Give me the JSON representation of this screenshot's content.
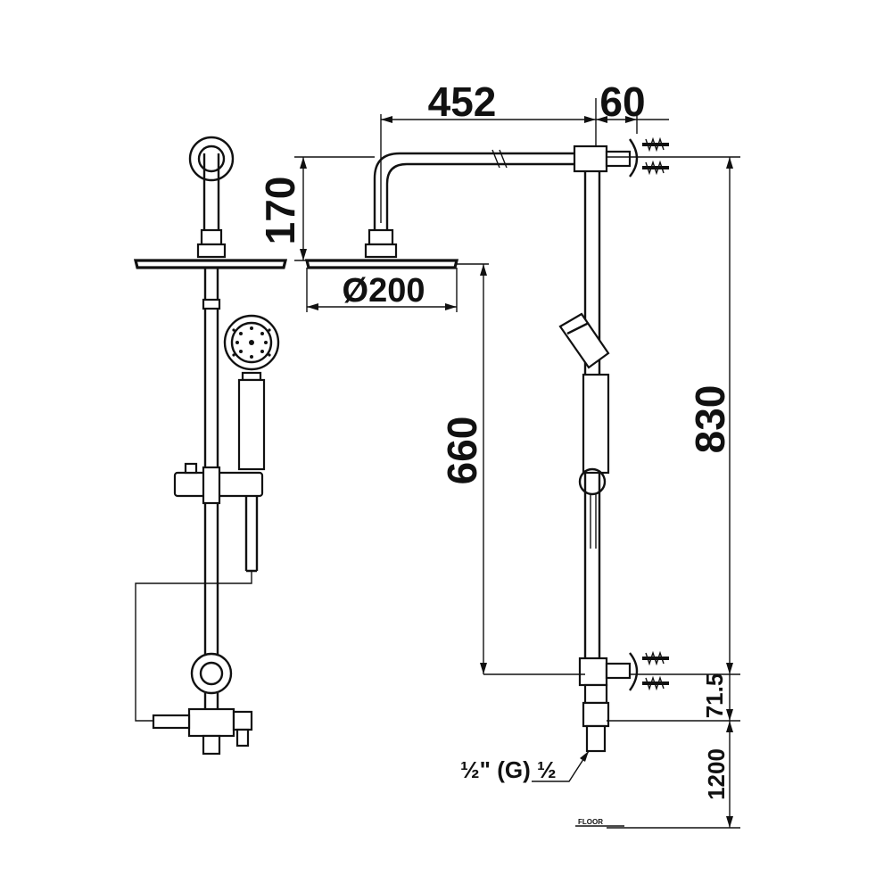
{
  "drawing": {
    "dimensions": {
      "width_452": "452",
      "offset_60": "60",
      "height_170": "170",
      "diameter_200": "Ø200",
      "height_660": "660",
      "height_830": "830",
      "height_71_5": "71.5",
      "height_1200": "1200"
    },
    "thread_note": "½\" (G) ½",
    "floor_label": "FLOOR"
  }
}
